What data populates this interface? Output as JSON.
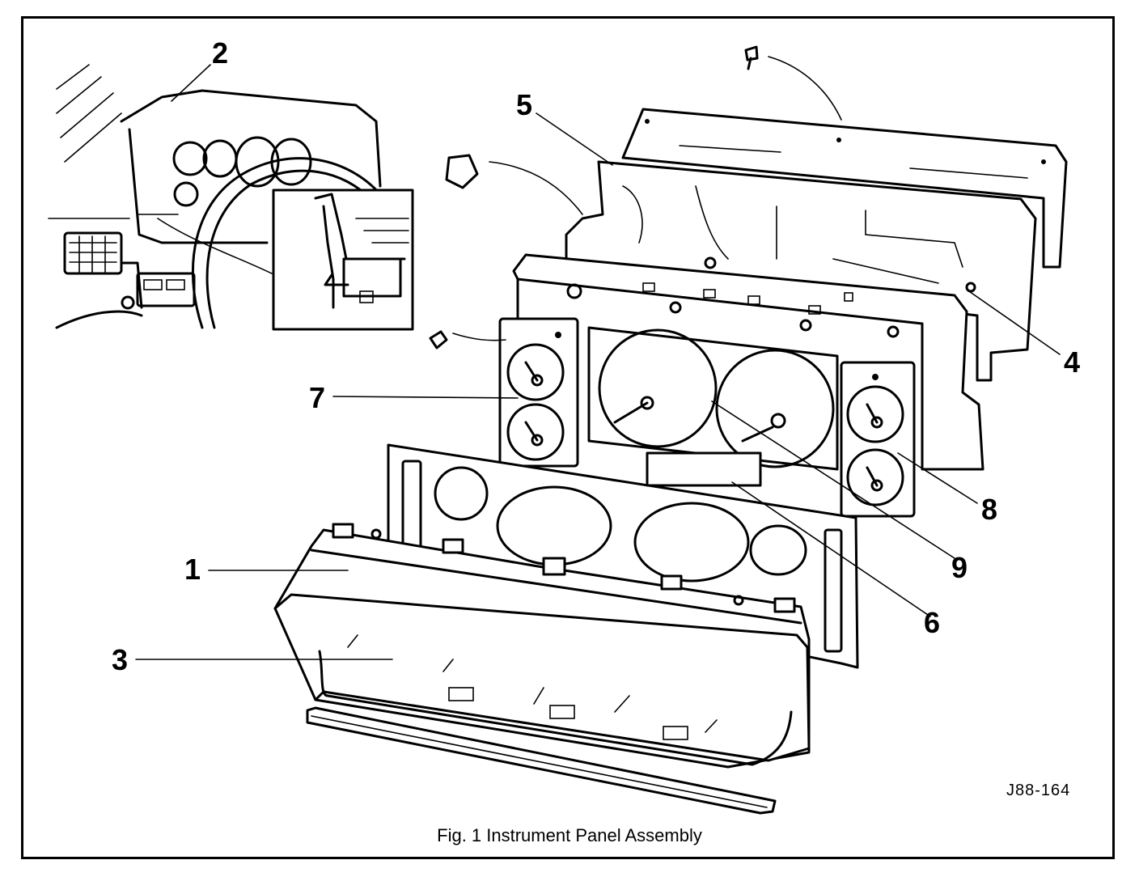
{
  "figure": {
    "caption": "Fig. 1  Instrument Panel Assembly",
    "code": "J88-164"
  },
  "callouts": [
    {
      "id": "1",
      "label": "1"
    },
    {
      "id": "2",
      "label": "2"
    },
    {
      "id": "3",
      "label": "3"
    },
    {
      "id": "4",
      "label": "4"
    },
    {
      "id": "5",
      "label": "5"
    },
    {
      "id": "6",
      "label": "6"
    },
    {
      "id": "7",
      "label": "7"
    },
    {
      "id": "8",
      "label": "8"
    },
    {
      "id": "9",
      "label": "9"
    }
  ]
}
